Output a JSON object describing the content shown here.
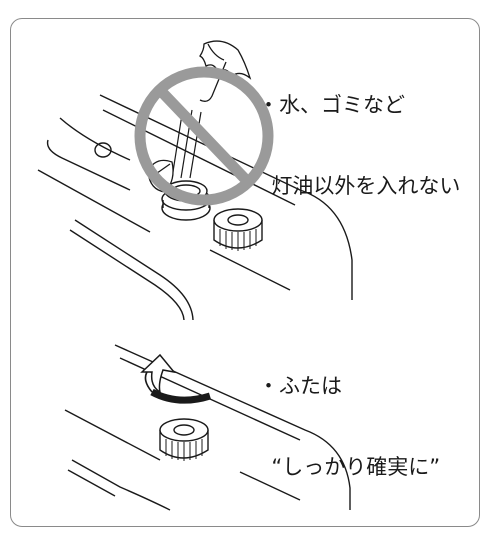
{
  "instructions": [
    {
      "id": "no-foreign-matter",
      "lines": [
        "・水、ゴミなど",
        "  灯油以外を入れない"
      ]
    },
    {
      "id": "close-cap",
      "lines": [
        "・ふたは",
        "  “しっかり確実に”"
      ]
    }
  ],
  "colors": {
    "prohibition_ring": "#9a9a9a",
    "line_art": "#1a1a1a",
    "frame": "#8a8a8a"
  },
  "icons": [
    "umbrella-icon",
    "leaf-icon",
    "prohibition-icon",
    "rotate-arrow-icon"
  ]
}
